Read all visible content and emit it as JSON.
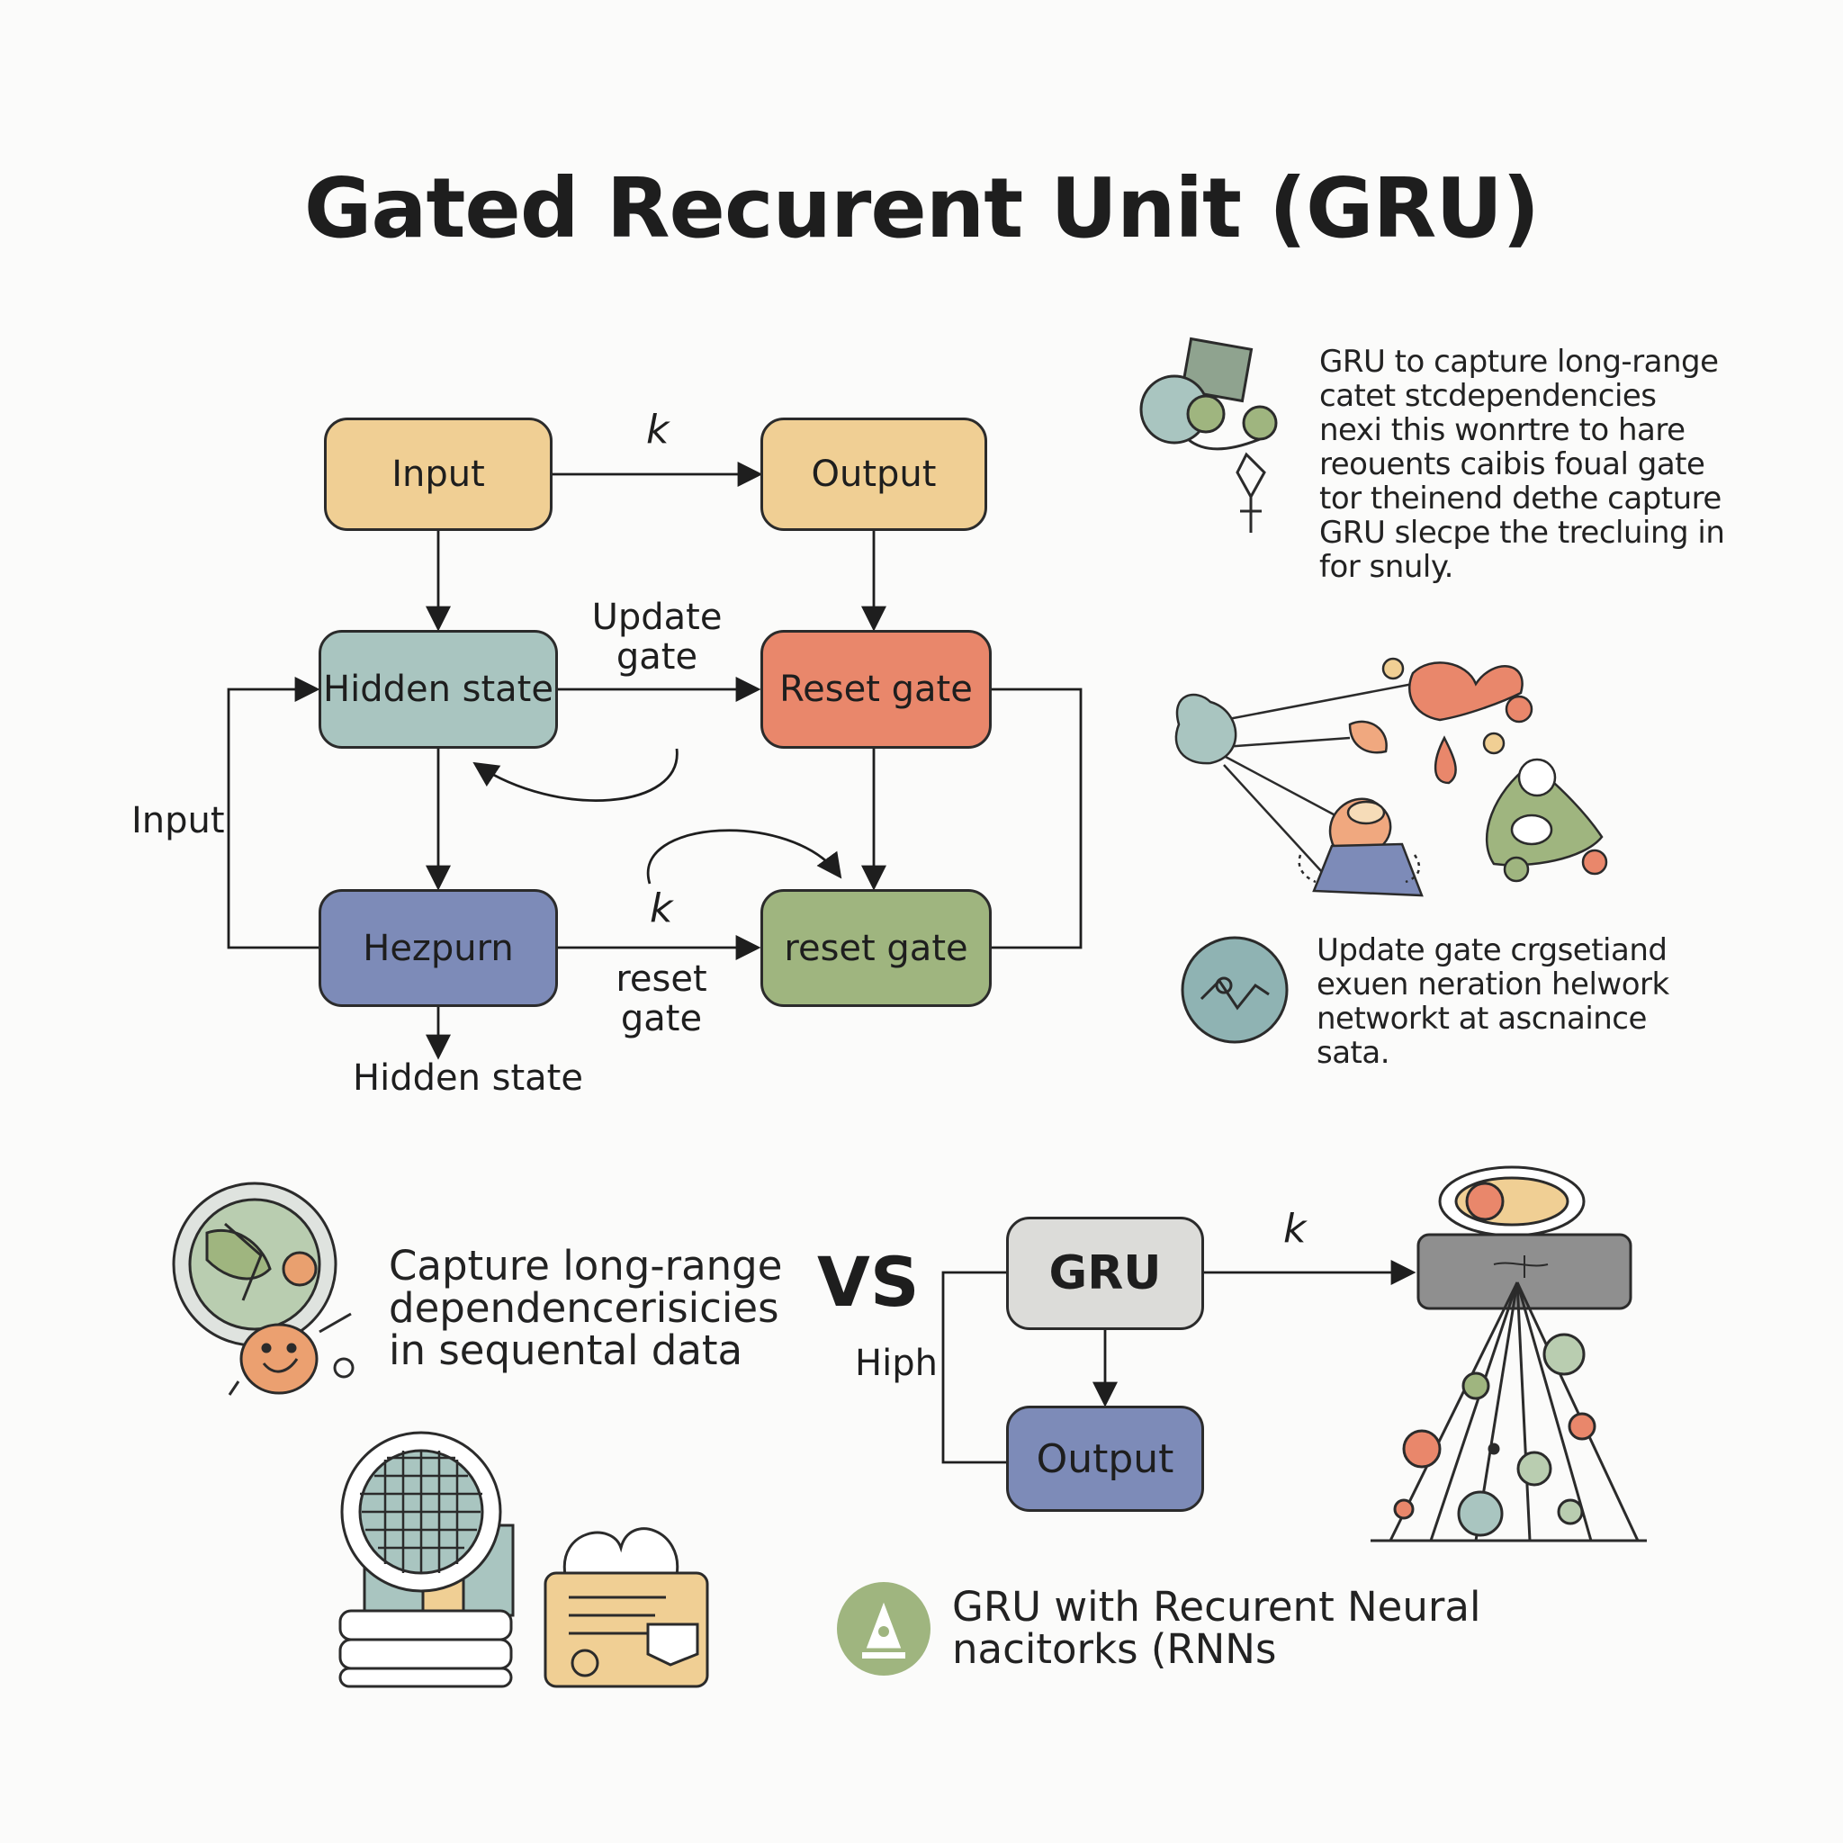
{
  "title": "Gated Recurent Unit (GRU)",
  "colors": {
    "tan": "#f0cf94",
    "sage": "#a9c5c0",
    "coral": "#e9876b",
    "green": "#9fb57f",
    "slate": "#7d8bb8",
    "gray": "#dcdcd9",
    "dark_gray": "#8f8f8f",
    "stroke": "#2b2b2b"
  },
  "diagram": {
    "input_box": "Input",
    "output_box": "Output",
    "hidden_state_box": "Hidden state",
    "reset_gate_box": "Reset gate",
    "hezpurn_box": "Hezpurn",
    "reset_gate_green_box": "reset gate",
    "k_top": "k",
    "update_gate_label": [
      "Update",
      "gate"
    ],
    "k_middle": "k",
    "reset_gate_label": [
      "reset",
      "gate"
    ],
    "input_side_label": "Input",
    "hidden_state_bottom": "Hidden state"
  },
  "right_panel": {
    "paragraph1": [
      "GRU to capture long-range",
      "catet stcdependencies",
      "nexi this wonrtre to hare",
      "reouents caibis foual gate",
      "tor theinend dethe capture",
      "GRU slecpe the trecluing in",
      "for snuly."
    ],
    "paragraph2": [
      "Update gate crgsetiand",
      "exuen neration helwork",
      "networkt at ascnaince",
      "sata."
    ]
  },
  "bottom": {
    "capture_text": [
      "Capture long-range",
      "dependencerisicies",
      "in sequental data"
    ],
    "vs": "VS",
    "gru_box": "GRU",
    "output_box": "Output",
    "hiph": "Hiph",
    "k": "k",
    "footer_text": [
      "GRU with Recurent Neural",
      "nacitorks (RNNs"
    ]
  },
  "icons": [
    "network-nodes-icon",
    "graph-blobs-icon",
    "circle-badge-icon",
    "globe-face-icon",
    "globe-computer-icon",
    "id-card-icon",
    "lamp-icon",
    "ufo-beam-icon"
  ]
}
